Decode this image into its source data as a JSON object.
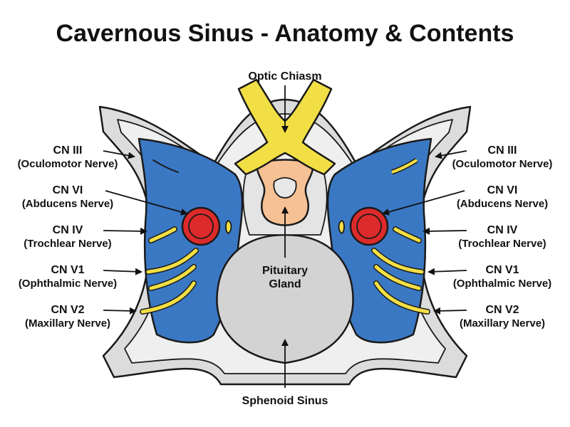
{
  "title": "Cavernous Sinus - Anatomy & Contents",
  "labels": {
    "optic_chiasm": "Optic Chiasm",
    "pituitary_line1": "Pituitary",
    "pituitary_line2": "Gland",
    "sphenoid_sinus": "Sphenoid Sinus",
    "left": [
      {
        "name": "CN III",
        "desc": "(Oculomotor Nerve)"
      },
      {
        "name": "CN VI",
        "desc": "(Abducens Nerve)"
      },
      {
        "name": "CN IV",
        "desc": "(Trochlear Nerve)"
      },
      {
        "name": "CN V1",
        "desc": "(Ophthalmic Nerve)"
      },
      {
        "name": "CN V2",
        "desc": "(Maxillary Nerve)"
      }
    ],
    "right": [
      {
        "name": "CN III",
        "desc": "(Oculomotor Nerve)"
      },
      {
        "name": "CN VI",
        "desc": "(Abducens Nerve)"
      },
      {
        "name": "CN IV",
        "desc": "(Trochlear Nerve)"
      },
      {
        "name": "CN V1",
        "desc": "(Ophthalmic Nerve)"
      },
      {
        "name": "CN V2",
        "desc": "(Maxillary Nerve)"
      }
    ]
  },
  "colors": {
    "bone": "#d9d9d9",
    "bone_light": "#ececec",
    "sinus_blue": "#3b78c4",
    "nerve_yellow": "#f2df45",
    "artery_red": "#dd2a2a",
    "pituitary_peach": "#f6c194",
    "sphenoid_gray": "#d3d3d3"
  }
}
